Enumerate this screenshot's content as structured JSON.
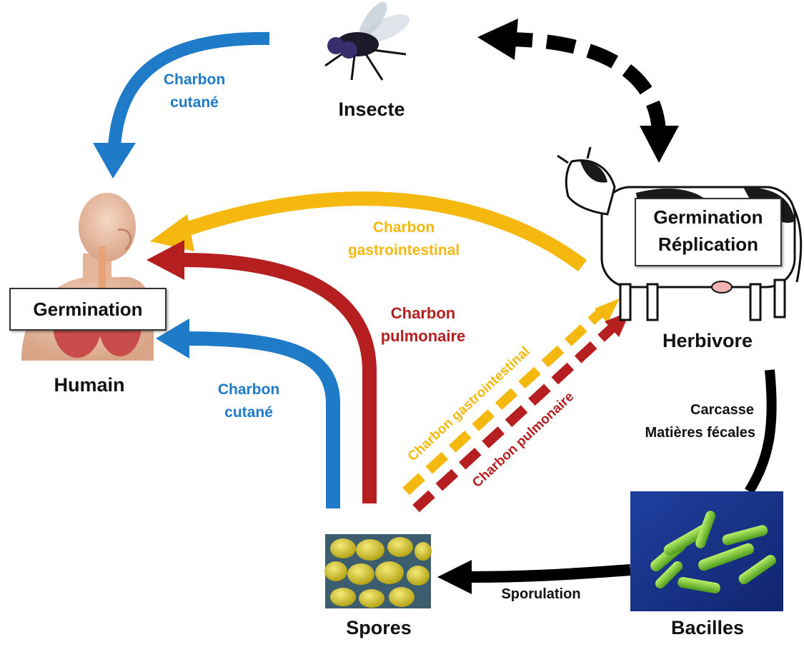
{
  "nodes": {
    "insecte": "Insecte",
    "herbivore": "Herbivore",
    "humain": "Humain",
    "spores": "Spores",
    "bacilles": "Bacilles"
  },
  "boxes": {
    "humain_box": "Germination",
    "herbivore_box_line1": "Germination",
    "herbivore_box_line2": "Réplication"
  },
  "edges": {
    "insect_to_human_line1": "Charbon",
    "insect_to_human_line2": "cutané",
    "herbivore_to_human_line1": "Charbon",
    "herbivore_to_human_line2": "gastrointestinal",
    "spores_to_human_pulm_line1": "Charbon",
    "spores_to_human_pulm_line2": "pulmonaire",
    "spores_to_human_cut_line1": "Charbon",
    "spores_to_human_cut_line2": "cutané",
    "spores_to_herbivore_gi": "Charbon gastrointestinal",
    "spores_to_herbivore_pulm": "Charbon pulmonaire",
    "herbivore_to_bacilles_line1": "Carcasse",
    "herbivore_to_bacilles_line2": "Matières fécales",
    "bacilles_to_spores": "Sporulation"
  },
  "colors": {
    "blue": "#1f7ac8",
    "yellow": "#f5b80f",
    "red": "#b51f1f",
    "black": "#000000"
  },
  "icons": {
    "insect": "fly-icon",
    "herbivore": "cow-icon",
    "human": "human-anatomy-icon",
    "spores": "spores-microscopy-icon",
    "bacilles": "bacilli-microscopy-icon"
  }
}
